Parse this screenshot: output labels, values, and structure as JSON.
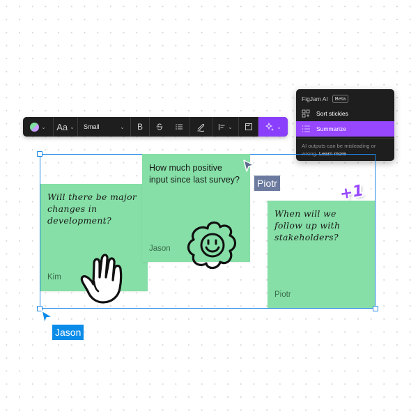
{
  "toolbar": {
    "color_swatch": "green-purple-split",
    "font_label": "Aa",
    "size_value": "Small",
    "bold_label": "B",
    "strike_icon": "strikethrough-icon",
    "list_icon": "bullet-list-icon",
    "draw_icon": "pen-icon",
    "align_icon": "align-left-icon",
    "frame_icon": "frame-icon",
    "ai_icon": "sparkle-icon",
    "ai_color": "#8a3ffc"
  },
  "ai_panel": {
    "title": "FigJam AI",
    "badge": "Beta",
    "items": [
      {
        "label": "Sort stickies",
        "icon": "sort-grid-icon",
        "active": false
      },
      {
        "label": "Summarize",
        "icon": "list-icon",
        "active": true
      }
    ],
    "disclaimer": "AI outputs can be misleading or wrong.",
    "learn_more": "Learn more",
    "active_color": "#9747ff"
  },
  "stickies": [
    {
      "text": "Will there be major changes in development?",
      "author": "Kim",
      "style": "handwritten",
      "color": "#85dfa6"
    },
    {
      "text": "How much positive input since last survey?",
      "author": "Jason",
      "style": "plain",
      "color": "#85dfa6"
    },
    {
      "text": "When will we follow up with stakeholders?",
      "author": "Piotr",
      "style": "handwritten",
      "color": "#85dfa6"
    }
  ],
  "reaction": {
    "label": "+1",
    "color": "#9747ff"
  },
  "cursors": [
    {
      "name": "Piotr",
      "color": "#6b7a9e"
    },
    {
      "name": "Jason",
      "color": "#0c8ce9"
    }
  ],
  "selection_color": "#1e88e5"
}
